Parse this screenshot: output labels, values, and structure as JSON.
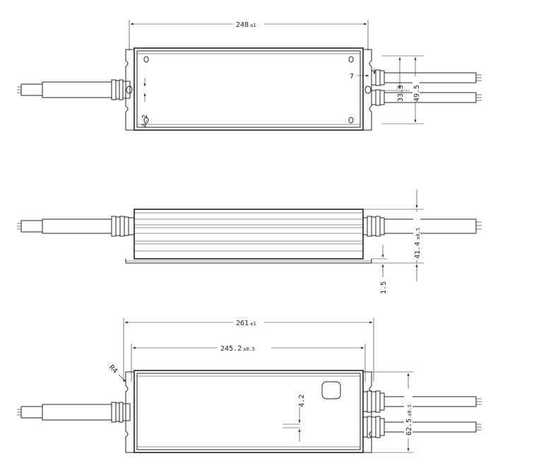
{
  "colors": {
    "line": "#222222",
    "background": "#ffffff"
  },
  "top_view": {
    "width_dim": "248",
    "width_tol": "±1",
    "cable_dim_a": "7",
    "cable_dim_b": "33.3",
    "cable_dim_c": "49.5",
    "hole_dim": "4.2"
  },
  "side_view": {
    "height_dim": "41.4",
    "height_tol": "±0.5",
    "flange_dim": "1.5"
  },
  "bottom_view": {
    "overall_dim": "261",
    "overall_tol": "±1",
    "mount_dim": "245.2",
    "mount_tol": "±0.5",
    "radius_dim": "R4",
    "hole_dim": "4.2",
    "depth_dim": "62.5",
    "depth_tol": "±0.5"
  }
}
